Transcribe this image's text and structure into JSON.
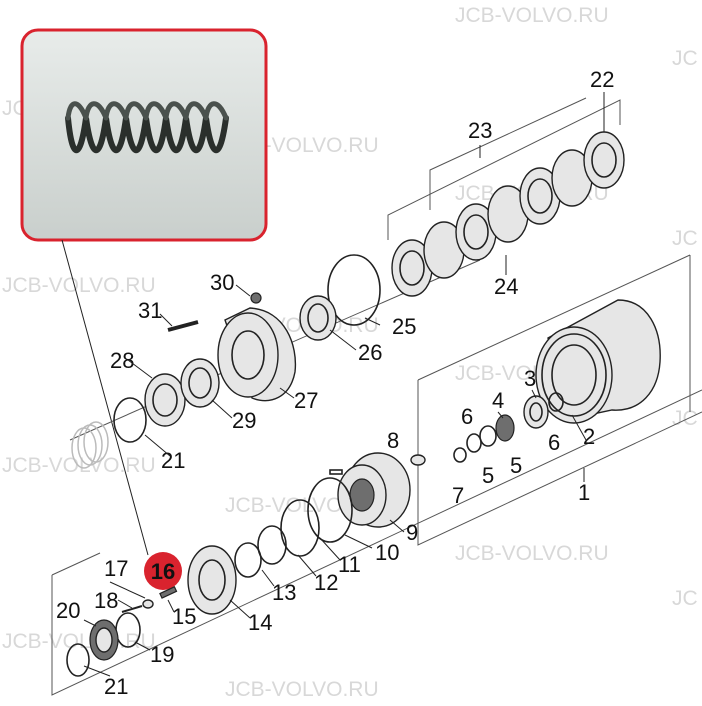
{
  "watermark": "JCB-VOLVO.RU",
  "highlight": {
    "number": "16",
    "color": "#d9232e",
    "inset_border_color": "#d9232e"
  },
  "callouts": {
    "c1": "1",
    "c2": "2",
    "c3": "3",
    "c4": "4",
    "c5a": "5",
    "c5b": "5",
    "c6a": "6",
    "c6b": "6",
    "c7": "7",
    "c8": "8",
    "c9": "9",
    "c10": "10",
    "c11": "11",
    "c12": "12",
    "c13": "13",
    "c14": "14",
    "c15": "15",
    "c17": "17",
    "c18": "18",
    "c19": "19",
    "c20": "20",
    "c21a": "21",
    "c21b": "21",
    "c22": "22",
    "c23": "23",
    "c24": "24",
    "c25": "25",
    "c26": "26",
    "c27": "27",
    "c28": "28",
    "c29": "29",
    "c30": "30",
    "c31": "31"
  }
}
